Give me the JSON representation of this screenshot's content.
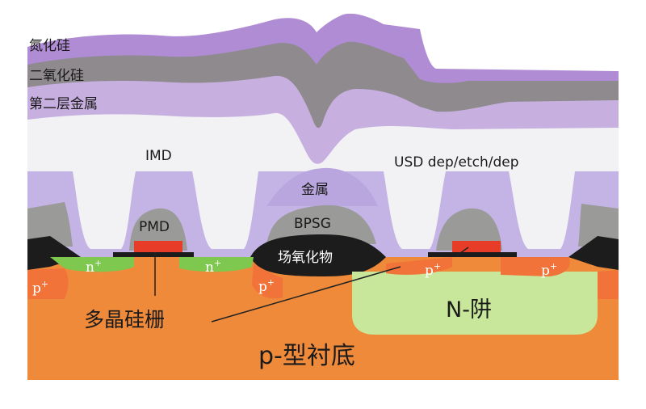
{
  "labels": {
    "silicon_nitride": "氮化硅",
    "silicon_dioxide": "二氧化硅",
    "second_metal": "第二层金属",
    "imd": "IMD",
    "usd": "USD dep/etch/dep",
    "metal": "金属",
    "bpsg": "BPSG",
    "pmd": "PMD",
    "field_oxide": "场氧化物",
    "n_plus": "n",
    "p_plus": "p",
    "plus_sign": "+",
    "poly_gate": "多晶硅栅",
    "n_well": "N-阱",
    "p_substrate": "p-型衬底"
  },
  "colors": {
    "substrate": "#ee8a3a",
    "n_well": "#c8e79a",
    "n_plus": "#7ec850",
    "p_plus": "#f2733a",
    "field_oxide": "#1c1c1c",
    "poly_gate": "#e63c28",
    "pmd": "#9a9a98",
    "metal": "#c4b4e6",
    "imd": "#f2f2f4",
    "second_metal": "#c7b0e0",
    "silicon_dioxide": "#8e8a8d",
    "silicon_nitride": "#b08cd4"
  }
}
